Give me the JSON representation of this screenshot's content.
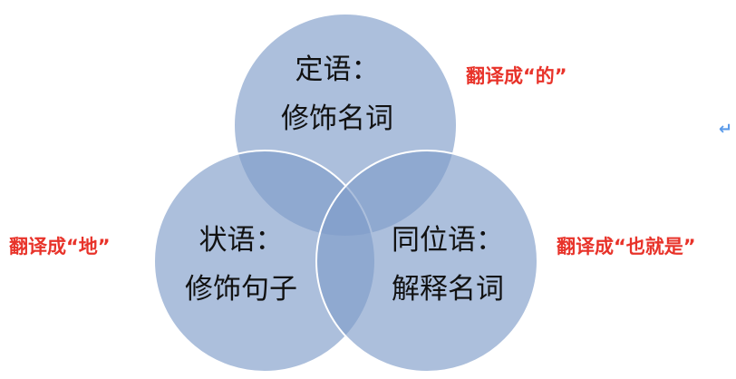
{
  "circles": [
    {
      "title": "定语：",
      "desc": "修饰名词",
      "translation": "翻译成“的”"
    },
    {
      "title": "状语：",
      "desc": "修饰句子",
      "translation": "翻译成“地”"
    },
    {
      "title": "同位语：",
      "desc": "解释名词",
      "translation": "翻译成“也就是”"
    }
  ],
  "colors": {
    "circle": "#aabfdc",
    "label": "#e8332a",
    "return_mark": "#5b9bea"
  },
  "return_mark_icon": "return-arrow-icon"
}
